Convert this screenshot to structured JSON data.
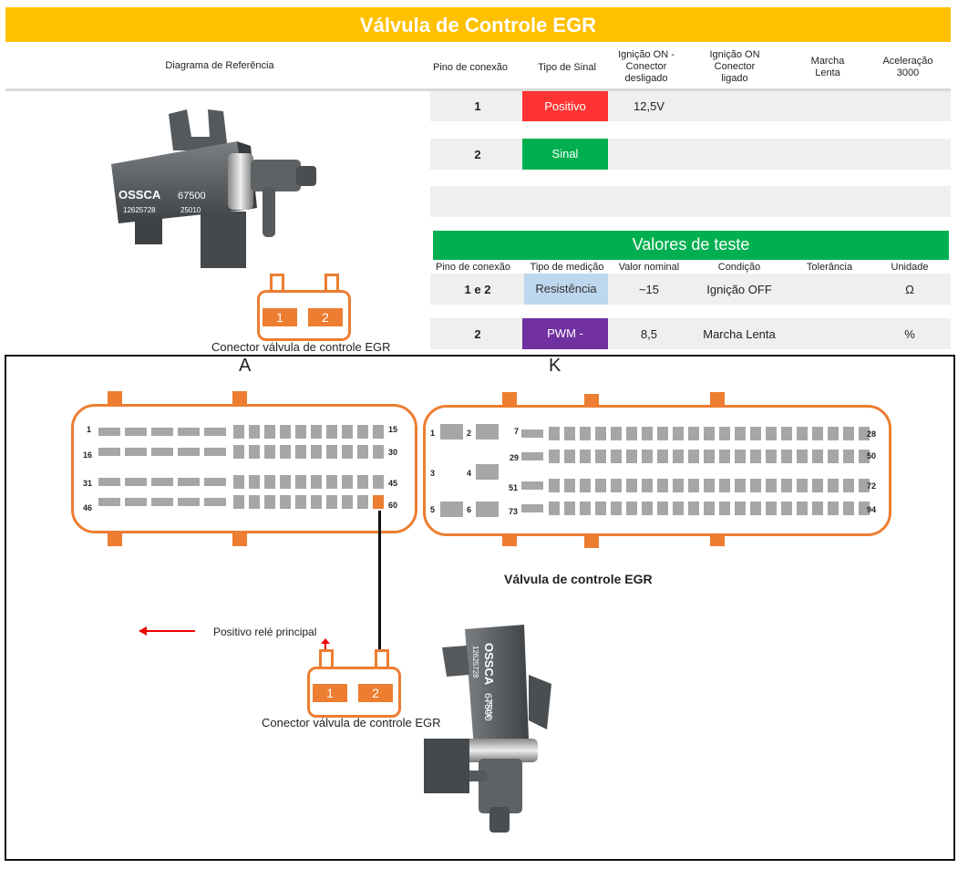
{
  "title": "Válvula de Controle EGR",
  "header": {
    "ref_diagram": "Diagrama de Referência",
    "pin": "Pino de conexão",
    "signal_type": "Tipo de Sinal",
    "ign_on_off": "Ignição ON - Conector desligado",
    "ign_on_on": "Ignição ON Conector ligado",
    "idle": "Marcha Lenta",
    "accel": "Aceleração 3000"
  },
  "pin_rows": [
    {
      "pin": "1",
      "signal": "Positivo",
      "signal_color": "#ff3333",
      "ign_off": "12,5V"
    },
    {
      "pin": "2",
      "signal": "Sinal",
      "signal_color": "#00b050",
      "ign_off": ""
    }
  ],
  "test": {
    "title": "Valores de teste",
    "title_color": "#00b050",
    "headers": {
      "pin": "Pino de conexão",
      "measure": "Tipo de medição",
      "nominal": "Valor nominal",
      "condition": "Condição",
      "tolerance": "Tolerância",
      "unit": "Unidade"
    },
    "rows": [
      {
        "pin": "1 e 2",
        "measure": "Resistência",
        "measure_color": "#bdd7ee",
        "nominal": "~15",
        "condition": "Ignição OFF",
        "tolerance": "",
        "unit": "Ω"
      },
      {
        "pin": "2",
        "measure": "PWM -",
        "measure_color": "#7030a0",
        "nominal": "8,5",
        "condition": "Marcha Lenta",
        "tolerance": "",
        "unit": "%"
      }
    ]
  },
  "part": {
    "brand": "OSSCA",
    "code": "67500",
    "num1": "12625728",
    "num2": "25010"
  },
  "connector_label": "Conector válvula de controle EGR",
  "connector_pins": [
    "1",
    "2"
  ],
  "ecu": {
    "label_a": "A",
    "label_k": "K",
    "a_pins": [
      "1",
      "15",
      "16",
      "30",
      "31",
      "45",
      "46",
      "60"
    ],
    "k_pins": [
      "1",
      "2",
      "3",
      "4",
      "5",
      "6",
      "7",
      "28",
      "29",
      "50",
      "51",
      "72",
      "73",
      "94"
    ]
  },
  "egr_valve_label": "Válvula de controle EGR",
  "relay_label": "Positivo relé principal",
  "accent_orange": "#ed7d31"
}
